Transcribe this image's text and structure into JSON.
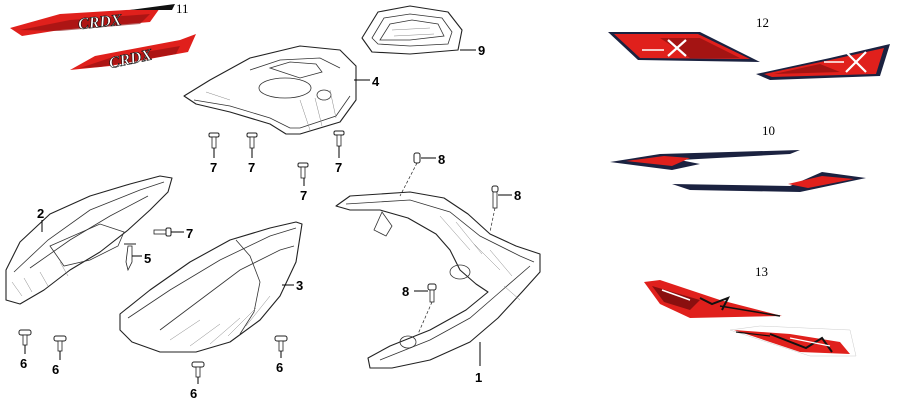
{
  "callouts": {
    "c1": "1",
    "c2": "2",
    "c3": "3",
    "c4": "4",
    "c5": "5",
    "c6a": "6",
    "c6b": "6",
    "c6c": "6",
    "c6d": "6",
    "c7a": "7",
    "c7b": "7",
    "c7c": "7",
    "c7d": "7",
    "c7e": "7",
    "c8a": "8",
    "c8b": "8",
    "c8c": "8",
    "c9": "9",
    "c10": "10",
    "c11": "11",
    "c12": "12",
    "c13": "13"
  },
  "decals": {
    "logo_text": "CRDX",
    "colors": {
      "red": "#e0201c",
      "dark_red": "#8a0f0f",
      "navy": "#1b2240",
      "white": "#ffffff",
      "black": "#111111"
    }
  }
}
